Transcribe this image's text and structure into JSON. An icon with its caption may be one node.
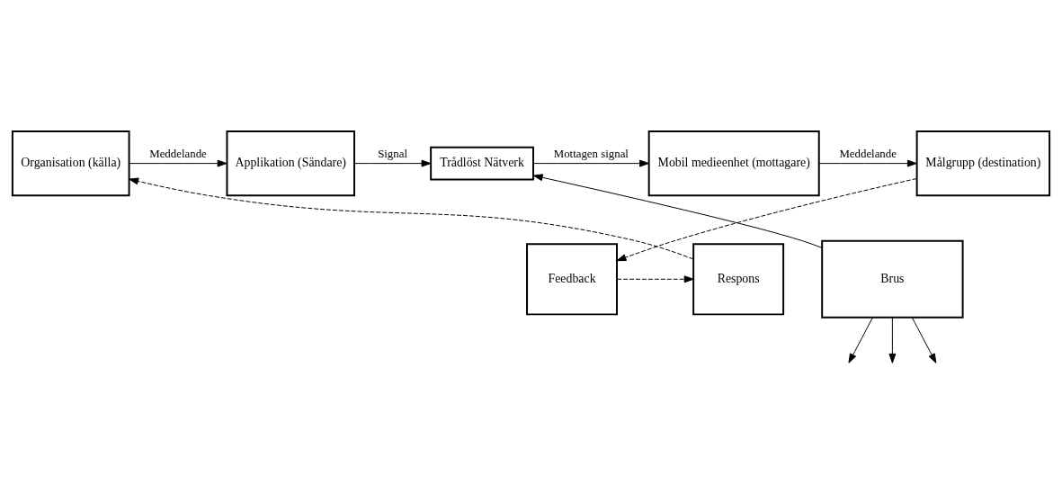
{
  "diagram": {
    "nodes": [
      {
        "text": [
          "Organisation (källa)"
        ]
      },
      {
        "text": [
          "Applikation (Sändare)"
        ]
      },
      {
        "text": [
          "Trådlöst Nätverk"
        ]
      },
      {
        "text": [
          "Mobil medieenhet (mottagare)"
        ]
      },
      {
        "text": [
          "Målgrupp (destination)"
        ]
      },
      {
        "text": [
          "Brus"
        ]
      },
      {
        "text": [
          "Feedback"
        ]
      },
      {
        "text": [
          "Respons"
        ]
      }
    ],
    "edges": [
      {
        "from": 0,
        "to": 1,
        "arrow": "to",
        "label": "Meddelande"
      },
      {
        "from": 1,
        "to": 2,
        "arrow": "to",
        "label": "Signal"
      },
      {
        "from": 2,
        "to": 3,
        "arrow": "to",
        "label": "Mottagen signal"
      },
      {
        "from": 3,
        "to": 4,
        "arrow": "to",
        "label": "Meddelande"
      },
      {
        "from": 5,
        "to": 2,
        "arrow": "to"
      },
      {
        "from": 5,
        "to": null,
        "arrow": "to"
      },
      {
        "from": 5,
        "to": null,
        "arrow": "to"
      },
      {
        "from": 5,
        "to": null,
        "arrow": "to"
      },
      {
        "from": 4,
        "to": 6,
        "arrow": "to",
        "style": "dashed"
      },
      {
        "from": 6,
        "to": 7,
        "arrow": "to",
        "style": "dashed"
      },
      {
        "from": 7,
        "to": 0,
        "arrow": "to",
        "style": "dashed"
      }
    ]
  }
}
